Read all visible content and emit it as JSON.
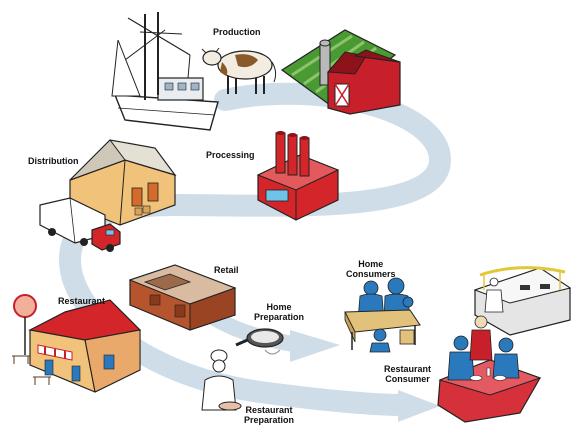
{
  "labels": {
    "production": "Production",
    "processing": "Processing",
    "distribution": "Distribution",
    "retail": "Retail",
    "home_preparation_1": "Home",
    "home_preparation_2": "Preparation",
    "home_consumers_1": "Home",
    "home_consumers_2": "Consumers",
    "restaurant": "Restaurant",
    "restaurant_consumer_1": "Restaurant",
    "restaurant_consumer_2": "Consumer",
    "restaurant_preparation_1": "Restaurant",
    "restaurant_preparation_2": "Preparation"
  },
  "icons": [
    "fishing-boat-icon",
    "cow-icon",
    "farm-barn-icon",
    "factory-icon",
    "warehouse-icon",
    "delivery-truck-icon",
    "retail-store-icon",
    "frying-pan-icon",
    "family-dining-icon",
    "restaurant-building-icon",
    "chef-icon",
    "buffet-counter-icon",
    "restaurant-dining-icon"
  ],
  "colors": {
    "flow_path": "#cfdde8",
    "factory_red": "#d4252a",
    "barn_red": "#c8202a",
    "warehouse_wall": "#f0c27a",
    "people_blue": "#2a79bd",
    "tablecloth_red": "#d6303a",
    "field_green": "#4a9a34"
  }
}
